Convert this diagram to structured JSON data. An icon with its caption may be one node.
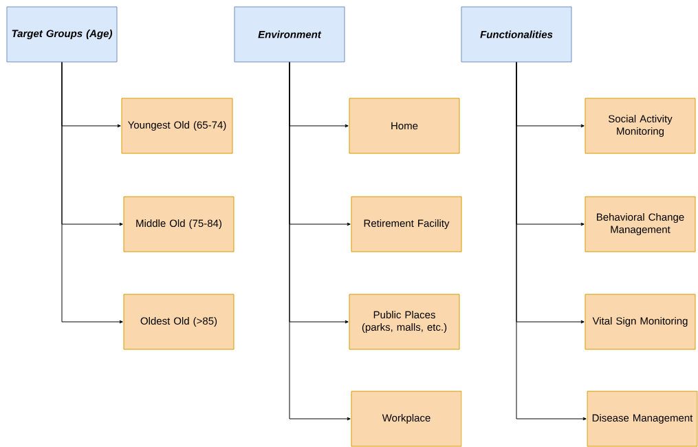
{
  "diagram": {
    "nodes": [
      {
        "text": [
          "Target Groups (Age)"
        ]
      },
      {
        "text": [
          "Youngest Old (65-74)"
        ]
      },
      {
        "text": [
          "Middle Old (75-84)"
        ]
      },
      {
        "text": [
          "Oldest Old (>85)"
        ]
      },
      {
        "text": [
          "Environment"
        ]
      },
      {
        "text": [
          "Home"
        ]
      },
      {
        "text": [
          "Retirement Facility"
        ]
      },
      {
        "text": [
          "Public Places (parks, malls, etc.)"
        ]
      },
      {
        "text": [
          "Workplace"
        ]
      },
      {
        "text": [
          "Functionalities"
        ]
      },
      {
        "text": [
          "Social Activity Monitoring"
        ]
      },
      {
        "text": [
          "Behavioral Change Management"
        ]
      },
      {
        "text": [
          "Vital Sign Monitoring"
        ]
      },
      {
        "text": [
          "Disease Management"
        ]
      }
    ],
    "edges": [
      {
        "from": 0,
        "to": 1,
        "arrow": "to"
      },
      {
        "from": 0,
        "to": 2,
        "arrow": "to"
      },
      {
        "from": 0,
        "to": 3,
        "arrow": "to"
      },
      {
        "from": 4,
        "to": 5,
        "arrow": "to"
      },
      {
        "from": 4,
        "to": 6,
        "arrow": "to"
      },
      {
        "from": 4,
        "to": 7,
        "arrow": "to"
      },
      {
        "from": 4,
        "to": 8,
        "arrow": "to"
      },
      {
        "from": 9,
        "to": 10,
        "arrow": "to"
      },
      {
        "from": 9,
        "to": 11,
        "arrow": "to"
      },
      {
        "from": 9,
        "to": 12,
        "arrow": "to"
      },
      {
        "from": 9,
        "to": 13,
        "arrow": "to"
      }
    ]
  }
}
